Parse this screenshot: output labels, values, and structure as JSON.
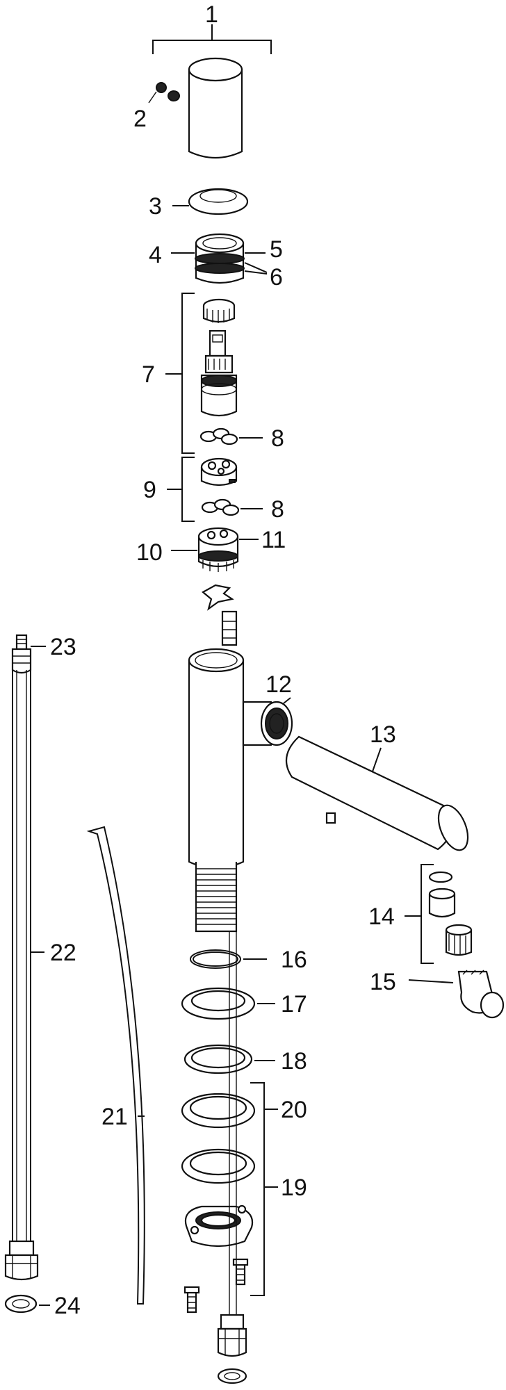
{
  "labels": {
    "p1": "1",
    "p2": "2",
    "p3": "3",
    "p4": "4",
    "p5": "5",
    "p6": "6",
    "p7": "7",
    "p8a": "8",
    "p9": "9",
    "p8b": "8",
    "p10": "10",
    "p11": "11",
    "p12": "12",
    "p13": "13",
    "p14": "14",
    "p15": "15",
    "p16": "16",
    "p17": "17",
    "p18": "18",
    "p19": "19",
    "p20": "20",
    "p21": "21",
    "p22": "22",
    "p23": "23",
    "p24": "24"
  }
}
